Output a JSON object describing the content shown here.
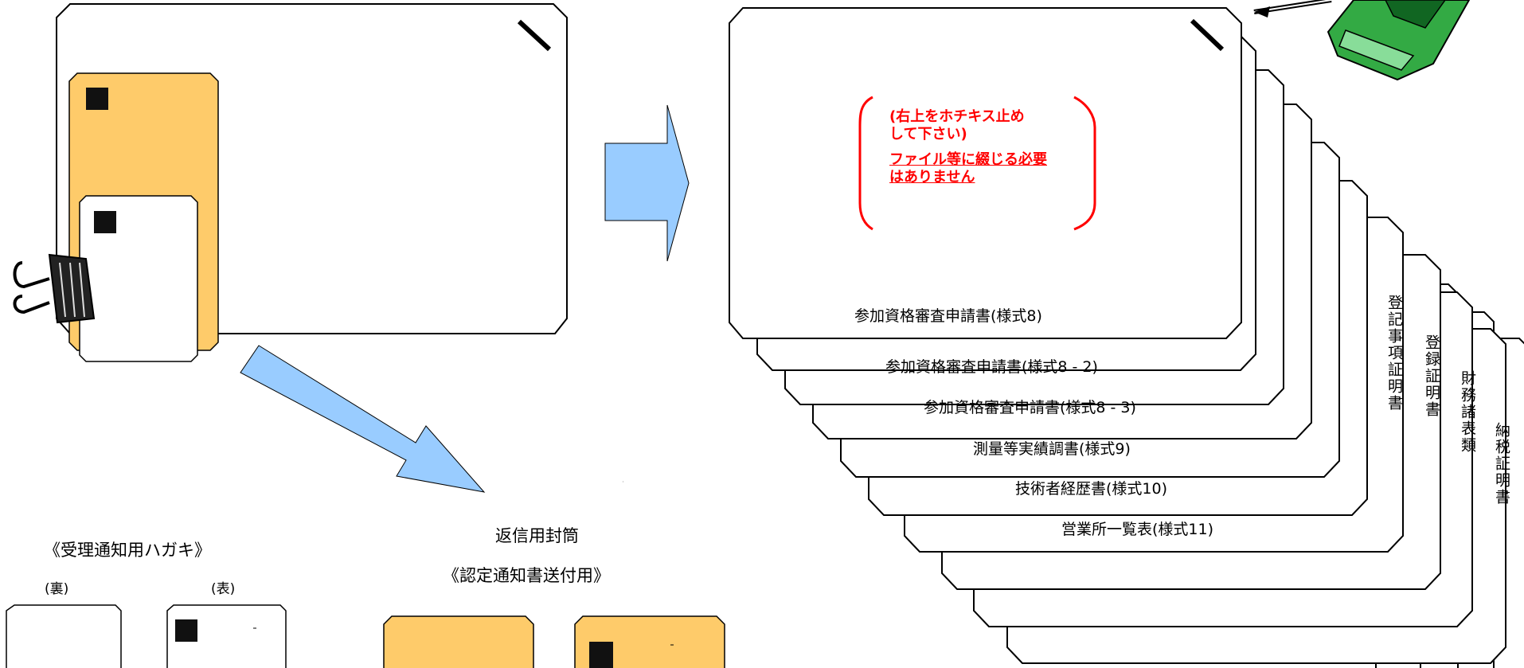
{
  "staple_note": {
    "line1": "(右上をホチキス止め",
    "line2": "して下さい)",
    "line3": "ファイル等に綴じる必要",
    "line4": "はありません"
  },
  "documents": [
    "参加資格審査申請書(様式8)",
    "参加資格審査申請書(様式8 - 2)",
    "参加資格審査申請書(様式8 - 3)",
    "測量等実績調書(様式9)",
    "技術者経歴書(様式10)",
    "営業所一覧表(様式11)"
  ],
  "certificates": [
    "登記事項証明書",
    "登録証明書",
    "財務諸表類",
    "納税証明書"
  ],
  "postcard": {
    "title": "《受理通知用ハガキ》",
    "back": "(裏)",
    "front": "(表)"
  },
  "envelope": {
    "title": "返信用封筒",
    "subtitle": "《認定通知書送付用》"
  },
  "colors": {
    "envelope": "#fecb6a",
    "arrow": "#99ccff",
    "stapler": "#33aa44",
    "note": "#ff0000"
  }
}
